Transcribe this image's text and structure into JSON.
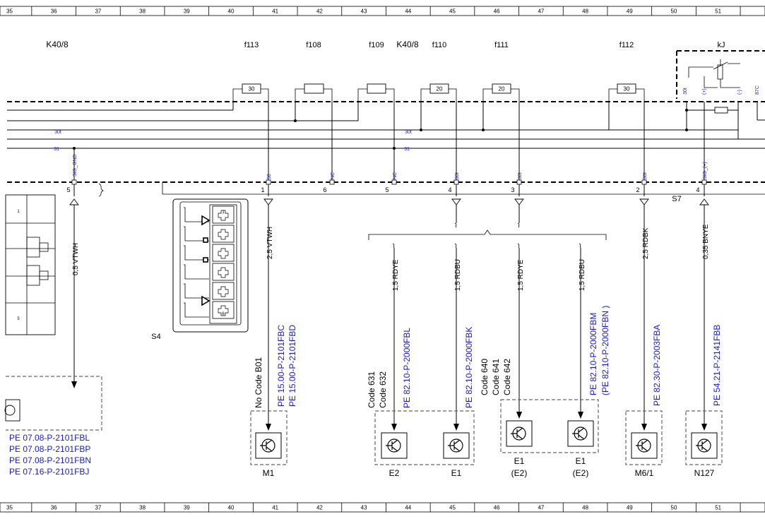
{
  "ruler": {
    "cells": [
      "35",
      "36",
      "37",
      "38",
      "39",
      "40",
      "41",
      "42",
      "43",
      "44",
      "45",
      "46",
      "47",
      "48",
      "49",
      "50",
      "51"
    ]
  },
  "headers": {
    "k40_8_left": "K40/8",
    "f113": "f113",
    "f108": "f108",
    "f109": "f109",
    "k40_8_mid": "K40/8",
    "f110": "f110",
    "f111": "f111",
    "f112": "f112",
    "kj": "kJ"
  },
  "fuses": {
    "f113": "30",
    "f110": "20",
    "f111": "20",
    "f112": "30"
  },
  "relay_terms": {
    "t30": "30t",
    "plus": "(+)",
    "minus": "(-)",
    "t87": "87C"
  },
  "buses": {
    "b30t_left": "30t",
    "b30t_mid": "30t",
    "b31_left": "31",
    "b31_mid": "31"
  },
  "wire_tags": {
    "sig_gnd": "SIG_GND",
    "t50": "50",
    "nc1": "NC",
    "nc2": "NC",
    "t30t_a": "30t",
    "t30t_b": "30t",
    "t30t_c": "30t",
    "sig_plus": "SIG_(+)"
  },
  "pins": {
    "p5a": "5",
    "p1": "1",
    "p6": "6",
    "p5b": "5",
    "p4a": "4",
    "p3": "3",
    "p2": "2",
    "p4b": "4"
  },
  "connectors": {
    "s4": "S4",
    "s7": "S7",
    "s4_pins": [
      "1",
      "6"
    ],
    "left_pins": [
      "1",
      "5"
    ]
  },
  "wires": {
    "vtwh_05": "0,5 VTWH",
    "vtwh_25": "2,5 VTWH",
    "rdye_15a": "1,5 RDYE",
    "rdbu_15a": "1,5 RDBU",
    "rdye_15b": "1,5 RDYE",
    "rdbu_15b": "1,5 RDBU",
    "rdbk_25": "2,5 RDBK",
    "bnye_035": "0,35 BNYE"
  },
  "codes": {
    "no_code_b01": "No Code B01",
    "code631": "Code 631",
    "code632": "Code 632",
    "code640": "Code 640",
    "code641": "Code 641",
    "code642": "Code 642"
  },
  "refs": {
    "m1_a": "PE 15.00-P-2101FBC",
    "m1_b": "PE 15.00-P-2101FBD",
    "e2": "PE 82.10-P-2000FBL",
    "e1": "PE 82.10-P-2000FBK",
    "e1b_a": "PE 82.10-P-2000FBM",
    "e1b_b": "(PE 82.10-P-2000FBN  )",
    "m6": "PE 82.30-P-2003FBA",
    "n127": "PE 54.21-P-2141FBB",
    "left": [
      "PE 07.08-P-2101FBL",
      "PE 07.08-P-2101FBP",
      "PE 07.08-P-2101FBN",
      "PE 07.16-P-2101FBJ"
    ]
  },
  "components": {
    "m1": "M1",
    "e2": "E2",
    "e1": "E1",
    "e1c": "E1",
    "e1c_alt": "(E2)",
    "e1d": "E1",
    "e1d_alt": "(E2)",
    "m6_1": "M6/1",
    "n127": "N127"
  }
}
